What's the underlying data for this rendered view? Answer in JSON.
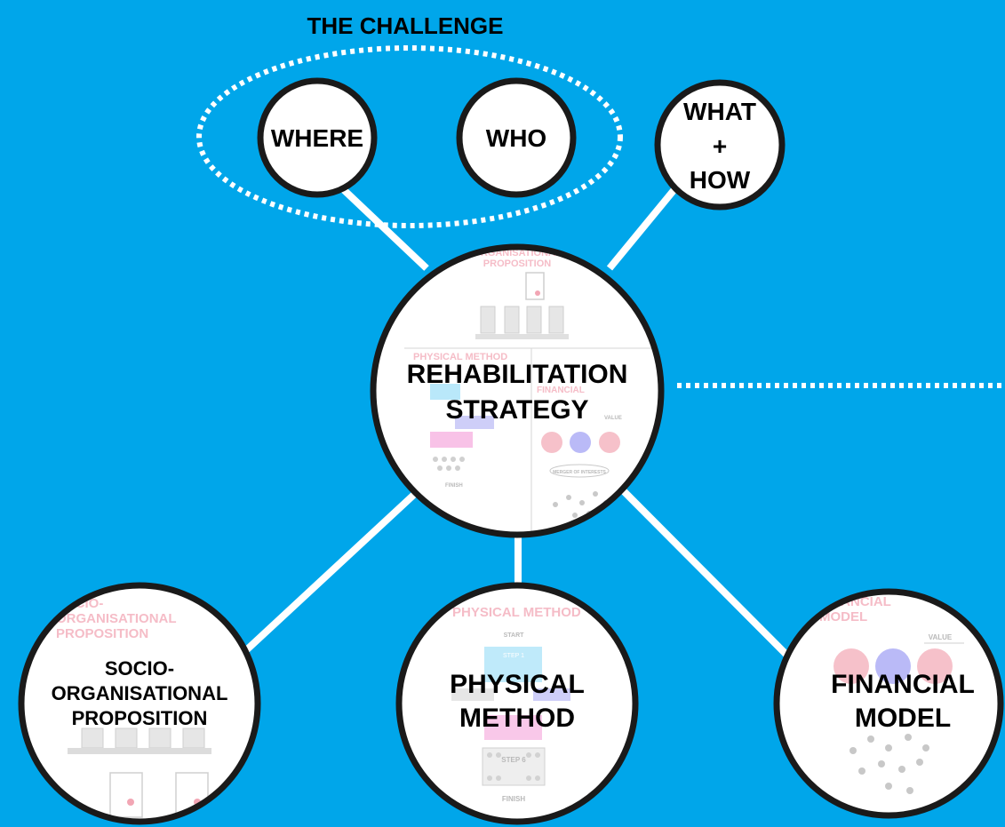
{
  "header": {
    "challenge_label": "THE CHALLENGE"
  },
  "top_nodes": {
    "where": "WHERE",
    "who": "WHO",
    "what_how": [
      "WHAT",
      "+",
      "HOW"
    ]
  },
  "center_node": {
    "lines": [
      "REHABILITATION",
      "STRATEGY"
    ]
  },
  "bottom_nodes": {
    "socio": [
      "SOCIO-",
      "ORGANISATIONAL",
      "PROPOSITION"
    ],
    "physical": [
      "PHYSICAL",
      "METHOD"
    ],
    "financial": [
      "FINANCIAL",
      "MODEL"
    ]
  },
  "faded_thumbnails": {
    "socio_title": [
      "SOCIO-",
      "ORGANISATIONAL",
      "PROPOSITION"
    ],
    "physical_title": "PHYSICAL METHOD",
    "physical_start": "START",
    "physical_step1": "STEP 1",
    "physical_step6": "STEP 6",
    "physical_finish": "FINISH",
    "financial_title": [
      "FINANCIAL",
      "MODEL"
    ],
    "financial_value": "VALUE",
    "center_org": [
      "ORGANISATIONAL",
      "PROPOSITION"
    ],
    "center_physical": "PHYSICAL METHOD",
    "center_financial": "FINANCIAL",
    "center_value": "VALUE",
    "center_merger": "MERGER OF INTERESTS",
    "center_finish": "FINISH"
  },
  "colors": {
    "background": "#00a6ea",
    "node_fill": "#ffffff",
    "node_stroke": "#1a1a1a",
    "connector": "#ffffff",
    "faded_pink": "#f2a6b4",
    "faded_blue": "#a9a9f5"
  }
}
